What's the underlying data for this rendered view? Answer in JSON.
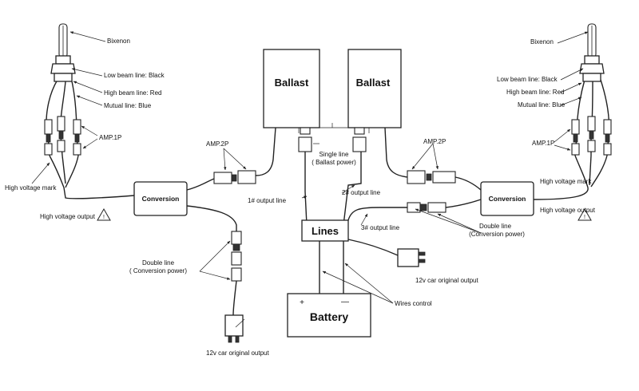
{
  "components": {
    "ballast": "Ballast",
    "conversion": "Conversion",
    "lines": "Lines",
    "battery": "Battery",
    "plus": "+",
    "minus": "—"
  },
  "left": {
    "bixenon": "Bixenon",
    "low_beam": "Low beam line: Black",
    "high_beam": "High beam line: Red",
    "mutual": "Mutual line: Blue",
    "amp1p": "AMP.1P",
    "high_voltage_mark": "High voltage mark",
    "high_voltage_output": "High voltage output",
    "amp2p": "AMP.2P",
    "double_line_1": "Double line",
    "double_line_2": "( Conversion power)",
    "car_output": "12v car original output"
  },
  "right": {
    "bixenon": "Bixenon",
    "low_beam": "Low beam line: Black",
    "high_beam": "High beam line: Red",
    "mutual": "Mutual line: Blue",
    "amp1p": "AMP.1P",
    "high_voltage_mark": "High voltage mark",
    "high_voltage_output": "High voltage output",
    "amp2p": "AMP.2P",
    "double_line_1": "Double line",
    "double_line_2": "(Conversion power)",
    "car_output": "12v car original output"
  },
  "center": {
    "single_line_1": "Single line",
    "single_line_2": "( Ballast power)",
    "output_1": "1# output line",
    "output_2": "2# output line",
    "output_3": "3# output line",
    "wires_control": "Wires control"
  }
}
